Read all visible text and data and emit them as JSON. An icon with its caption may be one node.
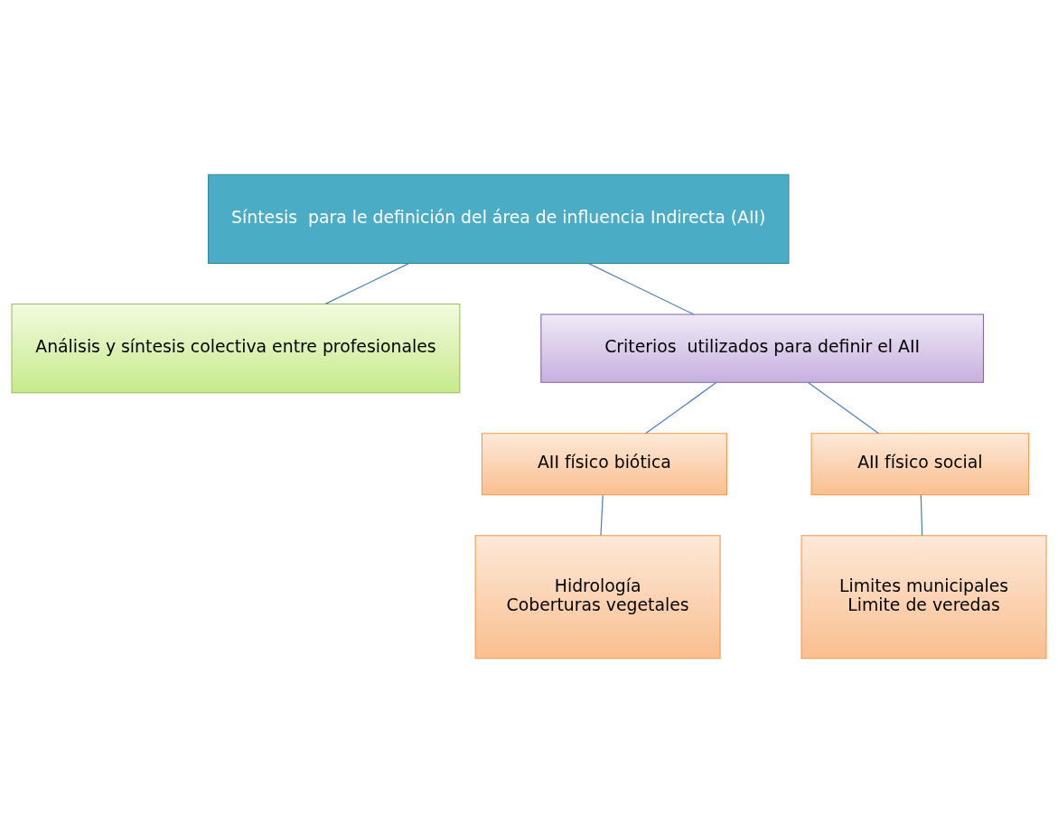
{
  "diagram": {
    "nodes": [
      {
        "text": [
          "Síntesis  para le definición del área de influencia Indirecta (AII)"
        ]
      },
      {
        "text": [
          "Análisis y síntesis colectiva entre profesionales"
        ]
      },
      {
        "text": [
          "Criterios  utilizados para definir el AII"
        ]
      },
      {
        "text": [
          "AII físico biótica"
        ]
      },
      {
        "text": [
          "AII físico social"
        ]
      },
      {
        "text": [
          "Hidrología",
          "Coberturas vegetales"
        ]
      },
      {
        "text": [
          "Limites municipales",
          "Limite de veredas"
        ]
      }
    ],
    "edges": [
      {
        "from": 0,
        "to": 1,
        "arrow": "none"
      },
      {
        "from": 0,
        "to": 2,
        "arrow": "none"
      },
      {
        "from": 2,
        "to": 3,
        "arrow": "none"
      },
      {
        "from": 2,
        "to": 4,
        "arrow": "none"
      },
      {
        "from": 3,
        "to": 5,
        "arrow": "none"
      },
      {
        "from": 4,
        "to": 6,
        "arrow": "none"
      }
    ]
  }
}
